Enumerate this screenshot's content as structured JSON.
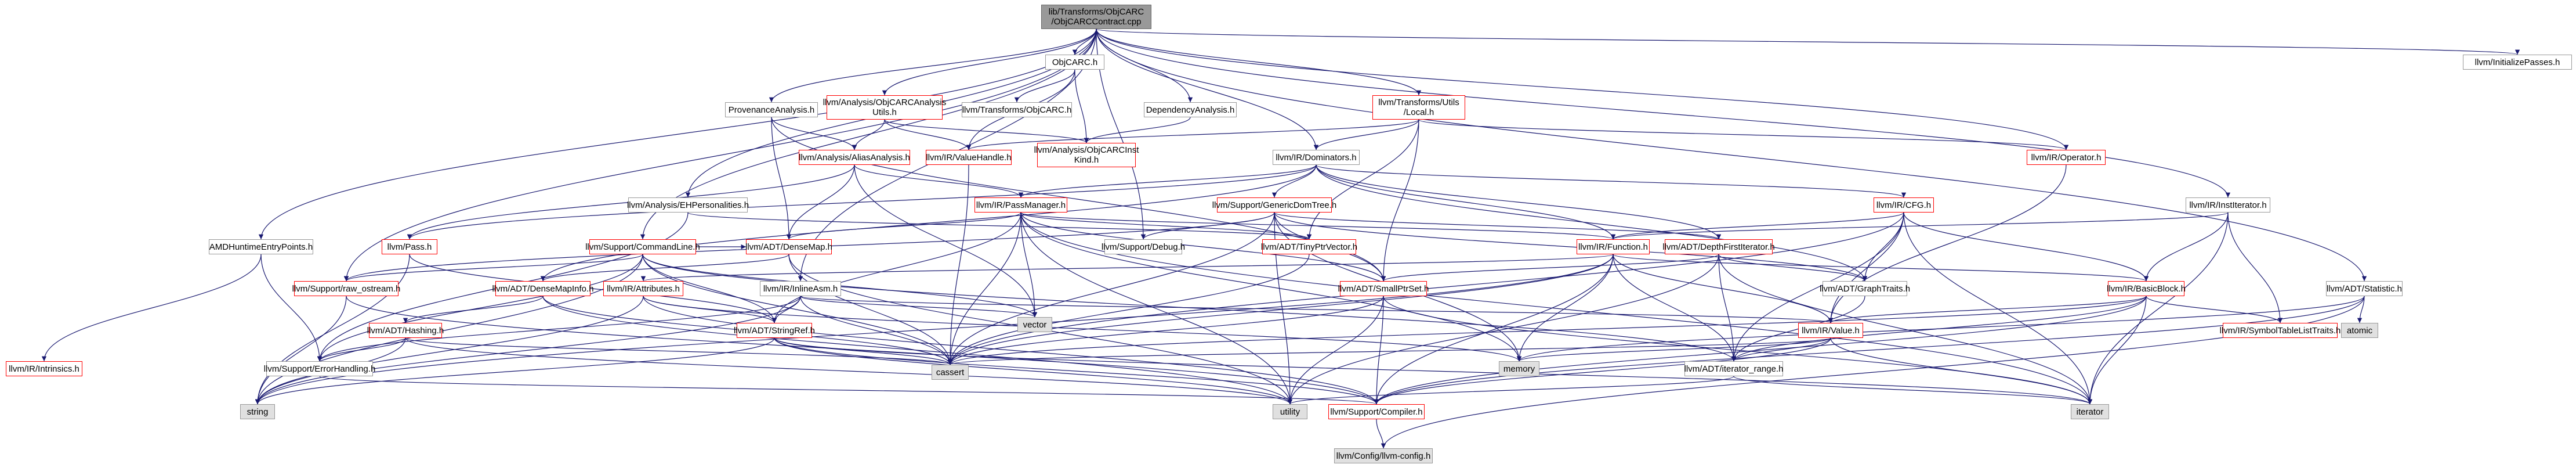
{
  "colors": {
    "edge": "#191970",
    "red_border": "#ff0000",
    "grey_fill": "#e0e0e0",
    "root_fill": "#999999"
  },
  "nodes": {
    "root": "lib/Transforms/ObjCARC\n/ObjCARCContract.cpp",
    "objcarc_h": "ObjCARC.h",
    "initpasses": "llvm/InitializePasses.h",
    "provenance": "ProvenanceAnalysis.h",
    "objcarcanalysis": "llvm/Analysis/ObjCARCAnalysis\nUtils.h",
    "transobjcarc": "llvm/Transforms/ObjCARC.h",
    "depanalysis": "DependencyAnalysis.h",
    "transutilslocal": "llvm/Transforms/Utils\n/Local.h",
    "aliasanalysis": "llvm/Analysis/AliasAnalysis.h",
    "valuehandle": "llvm/IR/ValueHandle.h",
    "objcarcinst": "llvm/Analysis/ObjCARCInst\nKind.h",
    "dominators": "llvm/IR/Dominators.h",
    "operator": "llvm/IR/Operator.h",
    "institerator": "llvm/IR/InstIterator.h",
    "ehpersonalities": "llvm/Analysis/EHPersonalities.h",
    "passmanager": "llvm/IR/PassManager.h",
    "gendomtree": "llvm/Support/GenericDomTree.h",
    "cfg": "llvm/IR/CFG.h",
    "amdhsa": "AMDHuntimeEntryPoints.h",
    "pass": "llvm/Pass.h",
    "cmdline": "llvm/Support/CommandLine.h",
    "densemap": "llvm/ADT/DenseMap.h",
    "debug": "llvm/Support/Debug.h",
    "tinyptr": "llvm/ADT/TinyPtrVector.h",
    "function": "llvm/IR/Function.h",
    "depthfirst": "llvm/ADT/DepthFirstIterator.h",
    "statistic": "llvm/ADT/Statistic.h",
    "rawostream": "llvm/Support/raw_ostream.h",
    "densemapinfo": "llvm/ADT/DenseMapInfo.h",
    "attributes": "llvm/IR/Attributes.h",
    "inlineasm": "llvm/IR/InlineAsm.h",
    "smallptrset": "llvm/ADT/SmallPtrSet.h",
    "graphtraits": "llvm/ADT/GraphTraits.h",
    "basicblock": "llvm/IR/BasicBlock.h",
    "symtablelist": "llvm/IR/SymbolTableListTraits.h",
    "atomic": "atomic",
    "intrinsics": "llvm/IR/Intrinsics.h",
    "hashing": "llvm/ADT/Hashing.h",
    "stringref": "llvm/ADT/StringRef.h",
    "vector": "vector",
    "value": "llvm/IR/Value.h",
    "errorhandling": "llvm/Support/ErrorHandling.h",
    "cassert": "cassert",
    "memory": "memory",
    "iterrange": "llvm/ADT/iterator_range.h",
    "string": "string",
    "utility": "utility",
    "compiler": "llvm/Support/Compiler.h",
    "iterator": "iterator",
    "configh": "llvm/Config/llvm-config.h"
  },
  "edges": [
    [
      "root",
      "objcarc_h"
    ],
    [
      "root",
      "initpasses"
    ],
    [
      "root",
      "depanalysis"
    ],
    [
      "root",
      "transutilslocal"
    ],
    [
      "root",
      "dominators"
    ],
    [
      "root",
      "operator"
    ],
    [
      "root",
      "institerator"
    ],
    [
      "root",
      "ehpersonalities"
    ],
    [
      "root",
      "amdhsa"
    ],
    [
      "root",
      "debug"
    ],
    [
      "root",
      "statistic"
    ],
    [
      "root",
      "cmdline"
    ],
    [
      "root",
      "inlineasm"
    ],
    [
      "root",
      "rawostream"
    ],
    [
      "root",
      "provenance"
    ],
    [
      "root",
      "objcarcanalysis"
    ],
    [
      "objcarc_h",
      "transobjcarc"
    ],
    [
      "objcarc_h",
      "objcarcinst"
    ],
    [
      "objcarc_h",
      "valuehandle"
    ],
    [
      "provenance",
      "aliasanalysis"
    ],
    [
      "provenance",
      "densemap"
    ],
    [
      "provenance",
      "smallptrset"
    ],
    [
      "objcarcanalysis",
      "aliasanalysis"
    ],
    [
      "objcarcanalysis",
      "objcarcinst"
    ],
    [
      "objcarcanalysis",
      "valuehandle"
    ],
    [
      "depanalysis",
      "objcarcinst"
    ],
    [
      "transutilslocal",
      "dominators"
    ],
    [
      "transutilslocal",
      "valuehandle"
    ],
    [
      "transutilslocal",
      "operator"
    ],
    [
      "transutilslocal",
      "tinyptr"
    ],
    [
      "transutilslocal",
      "smallptrset"
    ],
    [
      "aliasanalysis",
      "passmanager"
    ],
    [
      "aliasanalysis",
      "densemap"
    ],
    [
      "aliasanalysis",
      "pass"
    ],
    [
      "aliasanalysis",
      "vector"
    ],
    [
      "valuehandle",
      "cassert"
    ],
    [
      "dominators",
      "passmanager"
    ],
    [
      "dominators",
      "gendomtree"
    ],
    [
      "dominators",
      "cfg"
    ],
    [
      "dominators",
      "depthfirst"
    ],
    [
      "dominators",
      "graphtraits"
    ],
    [
      "dominators",
      "densemapinfo"
    ],
    [
      "dominators",
      "pass"
    ],
    [
      "dominators",
      "function"
    ],
    [
      "operator",
      "value"
    ],
    [
      "institerator",
      "basicblock"
    ],
    [
      "institerator",
      "function"
    ],
    [
      "institerator",
      "symtablelist"
    ],
    [
      "institerator",
      "iterator"
    ],
    [
      "ehpersonalities",
      "tinyptr"
    ],
    [
      "ehpersonalities",
      "errorhandling"
    ],
    [
      "passmanager",
      "densemap"
    ],
    [
      "passmanager",
      "tinyptr"
    ],
    [
      "passmanager",
      "function"
    ],
    [
      "passmanager",
      "smallptrset"
    ],
    [
      "passmanager",
      "stringref"
    ],
    [
      "passmanager",
      "vector"
    ],
    [
      "passmanager",
      "memory"
    ],
    [
      "passmanager",
      "utility"
    ],
    [
      "passmanager",
      "cassert"
    ],
    [
      "passmanager",
      "iterator"
    ],
    [
      "gendomtree",
      "depthfirst"
    ],
    [
      "gendomtree",
      "graphtraits"
    ],
    [
      "gendomtree",
      "smallptrset"
    ],
    [
      "gendomtree",
      "debug"
    ],
    [
      "gendomtree",
      "rawostream"
    ],
    [
      "gendomtree",
      "memory"
    ],
    [
      "gendomtree",
      "utility"
    ],
    [
      "gendomtree",
      "cassert"
    ],
    [
      "cfg",
      "function"
    ],
    [
      "cfg",
      "basicblock"
    ],
    [
      "cfg",
      "value"
    ],
    [
      "cfg",
      "graphtraits"
    ],
    [
      "cfg",
      "iterrange"
    ],
    [
      "cfg",
      "cassert"
    ],
    [
      "cfg",
      "iterator"
    ],
    [
      "amdhsa",
      "intrinsics"
    ],
    [
      "amdhsa",
      "errorhandling"
    ],
    [
      "pass",
      "string"
    ],
    [
      "pass",
      "stringref"
    ],
    [
      "cmdline",
      "stringref"
    ],
    [
      "cmdline",
      "errorhandling"
    ],
    [
      "cmdline",
      "rawostream"
    ],
    [
      "cmdline",
      "vector"
    ],
    [
      "cmdline",
      "cassert"
    ],
    [
      "cmdline",
      "string"
    ],
    [
      "cmdline",
      "iterrange"
    ],
    [
      "cmdline",
      "densemap"
    ],
    [
      "densemap",
      "densemapinfo"
    ],
    [
      "densemap",
      "cassert"
    ],
    [
      "densemap",
      "utility"
    ],
    [
      "tinyptr",
      "cassert"
    ],
    [
      "function",
      "attributes"
    ],
    [
      "function",
      "basicblock"
    ],
    [
      "function",
      "value"
    ],
    [
      "function",
      "iterrange"
    ],
    [
      "function",
      "compiler"
    ],
    [
      "function",
      "cassert"
    ],
    [
      "function",
      "memory"
    ],
    [
      "function",
      "string"
    ],
    [
      "depthfirst",
      "graphtraits"
    ],
    [
      "depthfirst",
      "smallptrset"
    ],
    [
      "depthfirst",
      "iterrange"
    ],
    [
      "depthfirst",
      "iterator"
    ],
    [
      "depthfirst",
      "utility"
    ],
    [
      "statistic",
      "compiler"
    ],
    [
      "statistic",
      "atomic"
    ],
    [
      "statistic",
      "memory"
    ],
    [
      "statistic",
      "configh"
    ],
    [
      "rawostream",
      "string"
    ],
    [
      "rawostream",
      "compiler"
    ],
    [
      "densemapinfo",
      "hashing"
    ],
    [
      "densemapinfo",
      "cassert"
    ],
    [
      "densemapinfo",
      "utility"
    ],
    [
      "attributes",
      "stringref"
    ],
    [
      "attributes",
      "compiler"
    ],
    [
      "attributes",
      "string"
    ],
    [
      "attributes",
      "memory"
    ],
    [
      "inlineasm",
      "stringref"
    ],
    [
      "inlineasm",
      "errorhandling"
    ],
    [
      "inlineasm",
      "value"
    ],
    [
      "inlineasm",
      "cassert"
    ],
    [
      "inlineasm",
      "string"
    ],
    [
      "inlineasm",
      "vector"
    ],
    [
      "smallptrset",
      "compiler"
    ],
    [
      "smallptrset",
      "cassert"
    ],
    [
      "smallptrset",
      "utility"
    ],
    [
      "smallptrset",
      "iterator"
    ],
    [
      "graphtraits",
      "iterrange"
    ],
    [
      "basicblock",
      "symtablelist"
    ],
    [
      "basicblock",
      "value"
    ],
    [
      "basicblock",
      "iterrange"
    ],
    [
      "basicblock",
      "compiler"
    ],
    [
      "basicblock",
      "cassert"
    ],
    [
      "basicblock",
      "iterator"
    ],
    [
      "hashing",
      "errorhandling"
    ],
    [
      "hashing",
      "string"
    ],
    [
      "hashing",
      "utility"
    ],
    [
      "hashing",
      "cassert"
    ],
    [
      "stringref",
      "compiler"
    ],
    [
      "stringref",
      "string"
    ],
    [
      "stringref",
      "utility"
    ],
    [
      "stringref",
      "cassert"
    ],
    [
      "stringref",
      "iterator"
    ],
    [
      "value",
      "iterrange"
    ],
    [
      "value",
      "compiler"
    ],
    [
      "value",
      "memory"
    ],
    [
      "value",
      "cassert"
    ],
    [
      "value",
      "iterator"
    ],
    [
      "errorhandling",
      "compiler"
    ],
    [
      "iterrange",
      "iterator"
    ],
    [
      "iterrange",
      "utility"
    ],
    [
      "compiler",
      "configh"
    ]
  ]
}
